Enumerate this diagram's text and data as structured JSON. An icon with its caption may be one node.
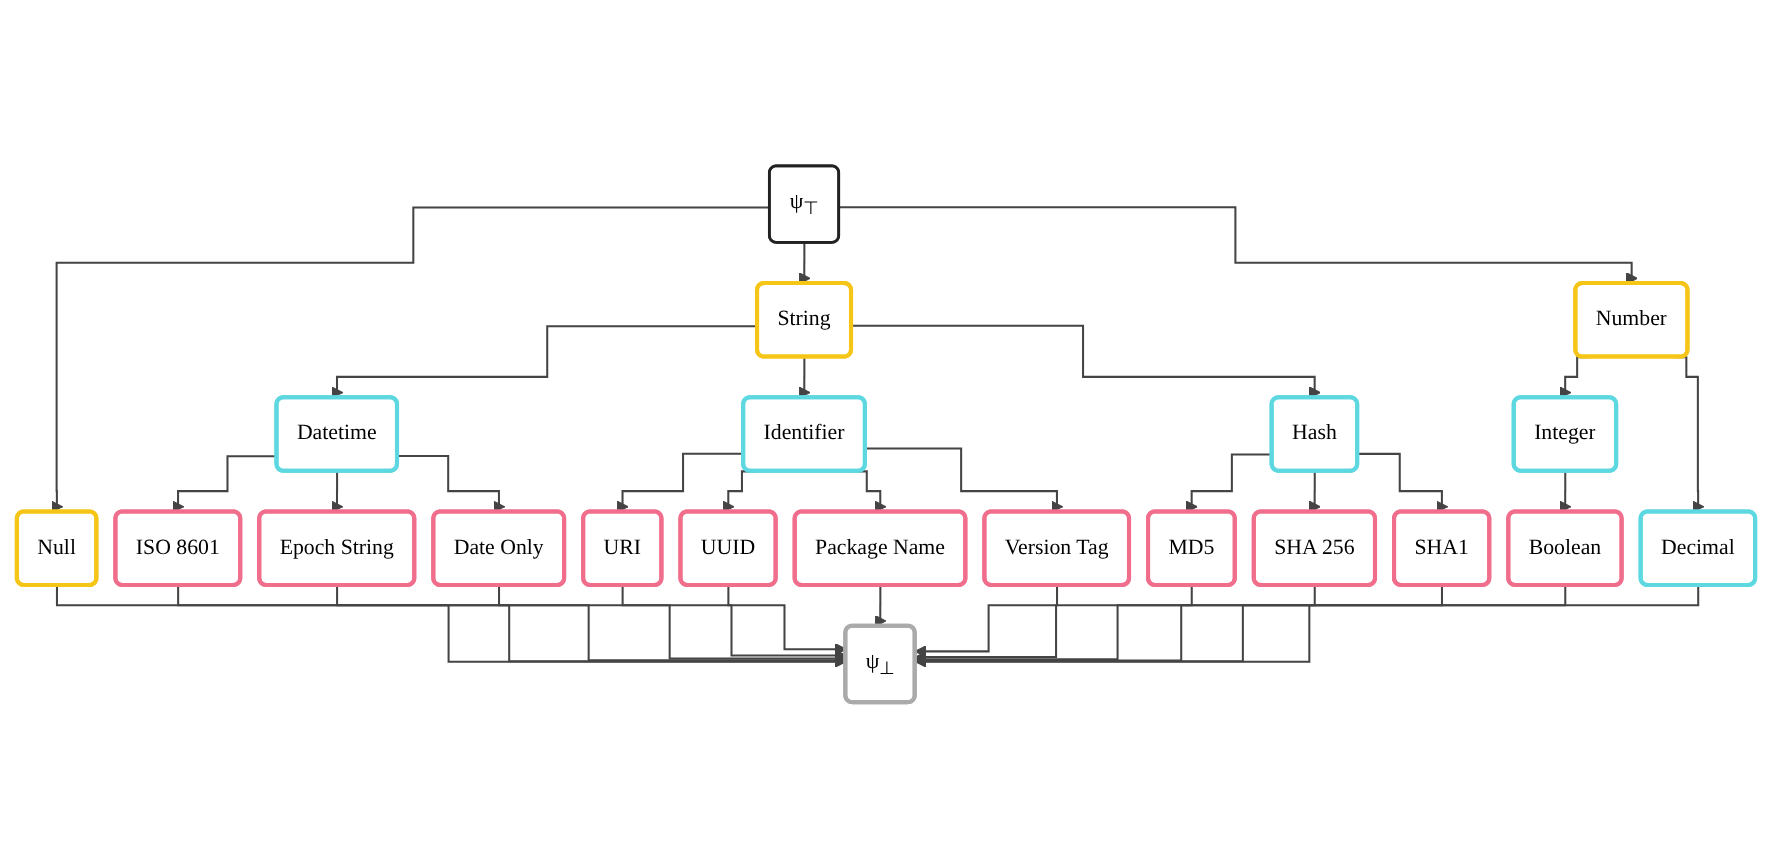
{
  "diagram": {
    "nodes": [
      {
        "text": [
          "ψ$_{⊤}$"
        ]
      },
      {
        "text": [
          "Null"
        ]
      },
      {
        "text": [
          "String"
        ]
      },
      {
        "text": [
          "Number"
        ]
      },
      {
        "text": [
          "Datetime"
        ]
      },
      {
        "text": [
          "Identifier"
        ]
      },
      {
        "text": [
          "Hash"
        ]
      },
      {
        "text": [
          "Decimal"
        ]
      },
      {
        "text": [
          "Integer"
        ]
      },
      {
        "text": [
          "ISO 8601"
        ]
      },
      {
        "text": [
          "Date Only"
        ]
      },
      {
        "text": [
          "URI"
        ]
      },
      {
        "text": [
          "UUID"
        ]
      },
      {
        "text": [
          "MD5"
        ]
      },
      {
        "text": [
          "SHA1"
        ]
      },
      {
        "text": [
          "Epoch String"
        ]
      },
      {
        "text": [
          "Package Name"
        ]
      },
      {
        "text": [
          "Version Tag"
        ]
      },
      {
        "text": [
          "SHA 256"
        ]
      },
      {
        "text": [
          "Boolean"
        ]
      },
      {
        "text": [
          "ψ$_{⊥}$"
        ]
      }
    ],
    "edges": [
      {
        "from": 0,
        "to": 1,
        "arrow": "to"
      },
      {
        "from": 0,
        "to": 2,
        "arrow": "to"
      },
      {
        "from": 0,
        "to": 3,
        "arrow": "to"
      },
      {
        "from": 2,
        "to": 4,
        "arrow": "to"
      },
      {
        "from": 2,
        "to": 5,
        "arrow": "to"
      },
      {
        "from": 2,
        "to": 6,
        "arrow": "to"
      },
      {
        "from": 3,
        "to": 7,
        "arrow": "to"
      },
      {
        "from": 3,
        "to": 8,
        "arrow": "to"
      },
      {
        "from": 4,
        "to": 9,
        "arrow": "to"
      },
      {
        "from": 4,
        "to": 10,
        "arrow": "to"
      },
      {
        "from": 4,
        "to": 15,
        "arrow": "to"
      },
      {
        "from": 5,
        "to": 11,
        "arrow": "to"
      },
      {
        "from": 5,
        "to": 12,
        "arrow": "to"
      },
      {
        "from": 5,
        "to": 16,
        "arrow": "to"
      },
      {
        "from": 5,
        "to": 17,
        "arrow": "to"
      },
      {
        "from": 6,
        "to": 13,
        "arrow": "to"
      },
      {
        "from": 6,
        "to": 14,
        "arrow": "to"
      },
      {
        "from": 6,
        "to": 18,
        "arrow": "to"
      },
      {
        "from": 8,
        "to": 19,
        "arrow": "to"
      },
      {
        "from": 1,
        "to": 20,
        "arrow": "to"
      },
      {
        "from": 9,
        "to": 20,
        "arrow": "to"
      },
      {
        "from": 15,
        "to": 20,
        "arrow": "to"
      },
      {
        "from": 10,
        "to": 20,
        "arrow": "to"
      },
      {
        "from": 11,
        "to": 20,
        "arrow": "to"
      },
      {
        "from": 12,
        "to": 20,
        "arrow": "to"
      },
      {
        "from": 16,
        "to": 20,
        "arrow": "to"
      },
      {
        "from": 17,
        "to": 20,
        "arrow": "to"
      },
      {
        "from": 13,
        "to": 20,
        "arrow": "to"
      },
      {
        "from": 18,
        "to": 20,
        "arrow": "to"
      },
      {
        "from": 14,
        "to": 20,
        "arrow": "to"
      },
      {
        "from": 19,
        "to": 20,
        "arrow": "to"
      },
      {
        "from": 7,
        "to": 20,
        "arrow": "to"
      }
    ]
  }
}
